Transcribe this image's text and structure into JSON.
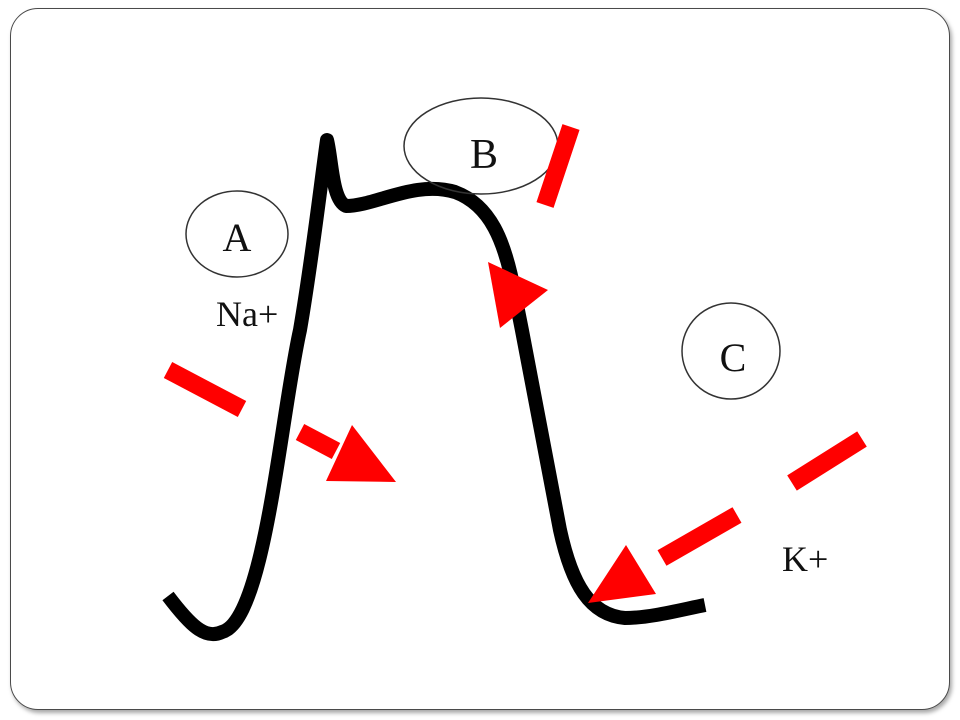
{
  "diagram": {
    "labels": {
      "phase_a": "A",
      "phase_b": "B",
      "phase_c": "C",
      "sodium_ion": "Na+",
      "potassium_ion": "K+"
    },
    "colors": {
      "curve": "#000000",
      "arrow": "#ff0000",
      "circle_stroke": "#333333",
      "slide_border": "#4a4a4a"
    }
  }
}
